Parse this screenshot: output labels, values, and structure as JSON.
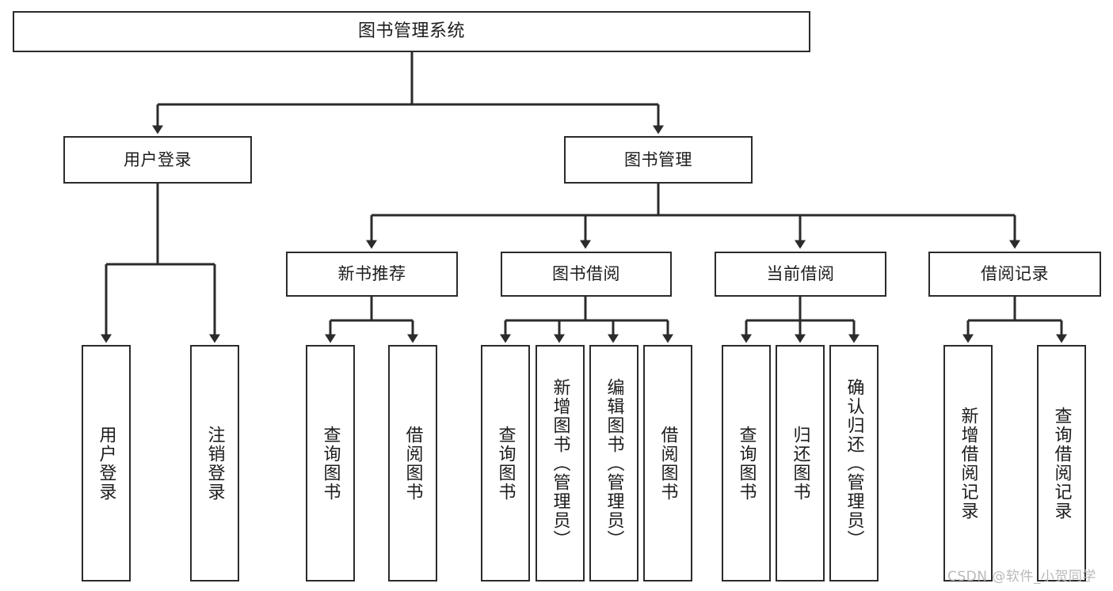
{
  "diagram": {
    "title": "图书管理系统",
    "watermark": "CSDN @软件_小贺同学",
    "colors": {
      "box_border": "#2b2b2b",
      "box_fill": "#ffffff",
      "connector": "#2b2b2b",
      "text": "#1c1c1c",
      "watermark": "#b9b9b9"
    },
    "nodes": {
      "root": {
        "label": "图书管理系统"
      },
      "level1": [
        {
          "label": "用户登录"
        },
        {
          "label": "图书管理"
        }
      ],
      "level2": [
        {
          "label": "新书推荐"
        },
        {
          "label": "图书借阅"
        },
        {
          "label": "当前借阅"
        },
        {
          "label": "借阅记录"
        }
      ],
      "leaves": {
        "user_login": [
          {
            "label": "用户登录"
          },
          {
            "label": "注销登录"
          }
        ],
        "new_book_recommend": [
          {
            "label": "查询图书"
          },
          {
            "label": "借阅图书"
          }
        ],
        "book_borrow": [
          {
            "label": "查询图书"
          },
          {
            "label": "新增图书（管理员）"
          },
          {
            "label": "编辑图书（管理员）"
          },
          {
            "label": "借阅图书"
          }
        ],
        "current_borrow": [
          {
            "label": "查询图书"
          },
          {
            "label": "归还图书"
          },
          {
            "label": "确认归还（管理员）"
          }
        ],
        "borrow_record": [
          {
            "label": "新增借阅记录"
          },
          {
            "label": "查询借阅记录"
          }
        ]
      }
    }
  }
}
